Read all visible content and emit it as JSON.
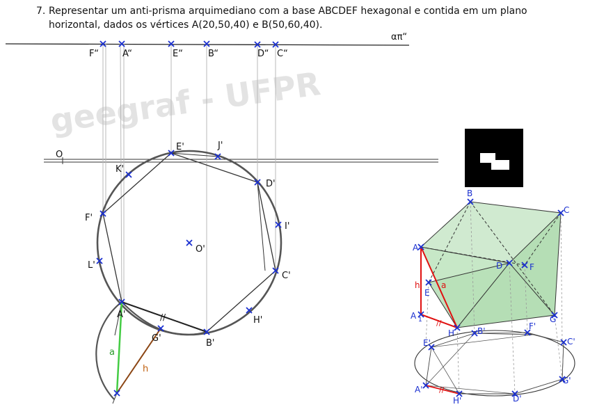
{
  "problem": {
    "number": "7.",
    "line1": "Representar um anti-prisma arquimediano com a base ABCDEF hexagonal e contida em um plano",
    "line2": "horizontal, dados os vértices A(20,50,40) e B(50,60,40)."
  },
  "watermark": "geegraf - UFPR",
  "plane_label": "απ“",
  "origin_label": "O",
  "elevation_labels": {
    "F": "F“",
    "A": "A“",
    "E": "E“",
    "B": "B“",
    "D": "D“",
    "C": "C“"
  },
  "plan_labels": {
    "E": "E'",
    "J": "J'",
    "K": "K'",
    "D": "D'",
    "F": "F'",
    "I": "I'",
    "O": "O'",
    "L": "L'",
    "C": "C'",
    "A": "A'",
    "H": "H'",
    "G": "G'",
    "B": "B'",
    "a": "a",
    "h": "h",
    "mark": "//"
  },
  "solid_labels": {
    "B": "B",
    "C": "C",
    "A": "A",
    "D": "D",
    "F": "F",
    "E": "E",
    "h": "h",
    "a": "a",
    "A1": "A",
    "A1sub": "1",
    "H": "H",
    "mark": "//",
    "G": "G"
  },
  "base_labels": {
    "B": "B'",
    "F": "F'",
    "E": "E'",
    "C": "C'",
    "A": "A'",
    "G": "G'",
    "H": "H'",
    "D": "D'",
    "mark": "//"
  },
  "colors": {
    "marker": "#1a2fd0",
    "edge_a": "#33cc33",
    "edge_h": "#8b4513",
    "red": "#e01010",
    "solid_fill": "#9fd6a0"
  }
}
